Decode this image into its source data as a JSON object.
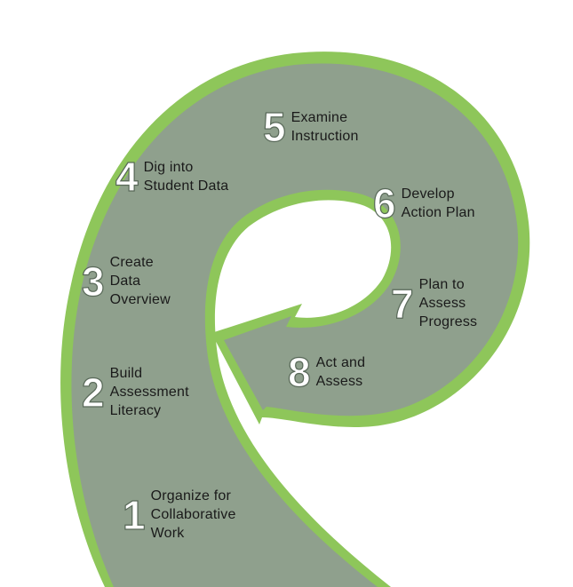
{
  "colors": {
    "outer_band": "#8ec65a",
    "spiral_fill": "#8fa08d",
    "background": "#ffffff"
  },
  "steps": [
    {
      "number": "1",
      "lines": [
        "Organize for",
        "Collaborative",
        "Work"
      ]
    },
    {
      "number": "2",
      "lines": [
        "Build",
        "Assessment",
        "Literacy"
      ]
    },
    {
      "number": "3",
      "lines": [
        "Create",
        "Data",
        "Overview"
      ]
    },
    {
      "number": "4",
      "lines": [
        "Dig into",
        "Student Data"
      ]
    },
    {
      "number": "5",
      "lines": [
        "Examine",
        "Instruction"
      ]
    },
    {
      "number": "6",
      "lines": [
        "Develop",
        "Action Plan"
      ]
    },
    {
      "number": "7",
      "lines": [
        "Plan to",
        "Assess",
        "Progress"
      ]
    },
    {
      "number": "8",
      "lines": [
        "Act and",
        "Assess"
      ]
    }
  ]
}
